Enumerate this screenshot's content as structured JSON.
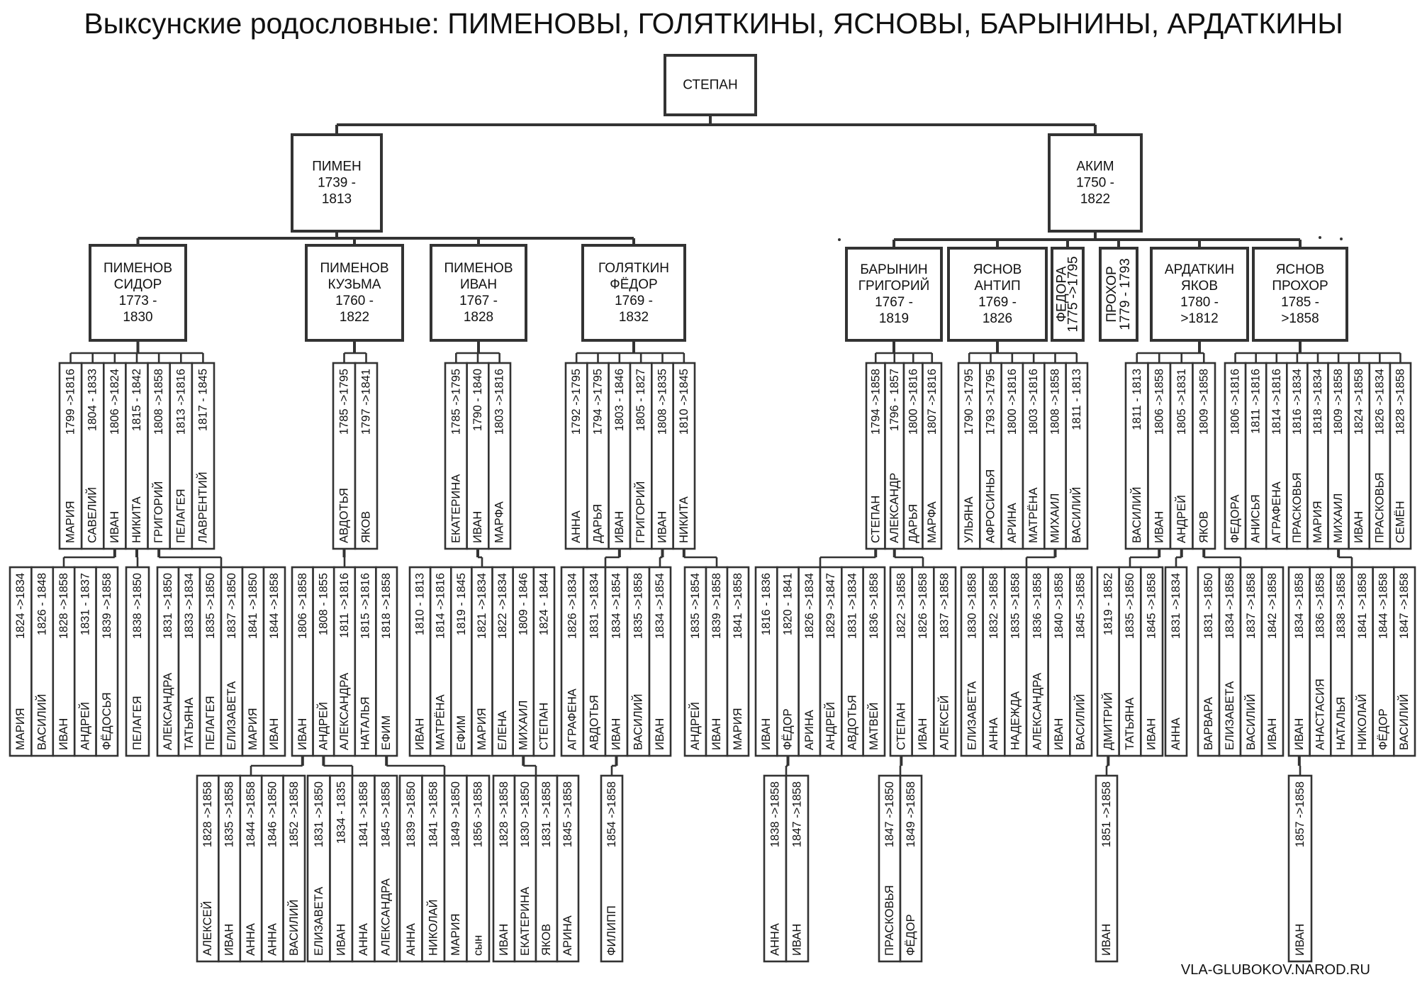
{
  "title": "Выксунские родословные: ПИМЕНОВЫ, ГОЛЯТКИНЫ, ЯСНОВЫ, БАРЫНИНЫ, АРДАТКИНЫ",
  "credit": "VLA-GLUBOKOV.NAROD.RU",
  "boxes": [
    {
      "id": "stepan",
      "lines": [
        "СТЕПАН"
      ]
    },
    {
      "id": "pimen",
      "lines": [
        "ПИМЕН",
        "1739 -",
        "1813"
      ]
    },
    {
      "id": "akim",
      "lines": [
        "АКИМ",
        "1750 -",
        "1822"
      ]
    },
    {
      "id": "sidor",
      "lines": [
        "ПИМЕНОВ",
        "СИДОР",
        "1773 -",
        "1830"
      ]
    },
    {
      "id": "kuzma",
      "lines": [
        "ПИМЕНОВ",
        "КУЗЬМА",
        "1760 -",
        "1822"
      ]
    },
    {
      "id": "ivan",
      "lines": [
        "ПИМЕНОВ",
        "ИВАН",
        "1767 -",
        "1828"
      ]
    },
    {
      "id": "fedor",
      "lines": [
        "ГОЛЯТКИН",
        "ФЁДОР",
        "1769 -",
        "1832"
      ]
    },
    {
      "id": "grigoriy",
      "lines": [
        "БАРЫНИН",
        "ГРИГОРИЙ",
        "1767 -",
        "1819"
      ]
    },
    {
      "id": "antip",
      "lines": [
        "ЯСНОВ",
        "АНТИП",
        "1769 -",
        "1826"
      ]
    },
    {
      "id": "fedora",
      "vlabel": "ФЕДОРА",
      "vdates": "1775 ->1795"
    },
    {
      "id": "prohor1",
      "vlabel": "ПРОХОР",
      "vdates": "1779 - 1793"
    },
    {
      "id": "yakov",
      "lines": [
        "АРДАТКИН",
        "ЯКОВ",
        "1780 -",
        ">1812"
      ]
    },
    {
      "id": "prohor",
      "lines": [
        "ЯСНОВ",
        "ПРОХОР",
        "1785 -",
        ">1858"
      ]
    }
  ],
  "groups": [
    {
      "id": "g1",
      "people": [
        [
          "МАРИЯ",
          "1799 ->1816"
        ],
        [
          "САВЕЛИЙ",
          "1804 - 1833"
        ],
        [
          "ИВАН",
          "1806 ->1824"
        ],
        [
          "НИКИТА",
          "1815 - 1842"
        ],
        [
          "ГРИГОРИЙ",
          "1808 ->1858"
        ],
        [
          "ПЕЛАГЕЯ",
          "1813 ->1816"
        ],
        [
          "ЛАВРЕНТИЙ",
          "1817 - 1845"
        ]
      ]
    },
    {
      "id": "g2",
      "people": [
        [
          "АВДОТЬЯ",
          "1785 ->1795"
        ],
        [
          "ЯКОВ",
          "1797 ->1841"
        ]
      ]
    },
    {
      "id": "g3",
      "people": [
        [
          "ЕКАТЕРИНА",
          "1785 ->1795"
        ],
        [
          "ИВАН",
          "1790 - 1840"
        ],
        [
          "МАРФА",
          "1803 ->1816"
        ]
      ]
    },
    {
      "id": "g4",
      "people": [
        [
          "АННА",
          "1792 ->1795"
        ],
        [
          "ДАРЬЯ",
          "1794 ->1795"
        ],
        [
          "ИВАН",
          "1803 - 1846"
        ],
        [
          "ГРИГОРИЙ",
          "1805 - 1827"
        ],
        [
          "ИВАН",
          "1808 ->1835"
        ],
        [
          "НИКИТА",
          "1810 ->1845"
        ]
      ]
    },
    {
      "id": "g5",
      "people": [
        [
          "СТЕПАН",
          "1794 ->1858"
        ],
        [
          "АЛЕКСАНДР",
          "1796 - 1857"
        ],
        [
          "ДАРЬЯ",
          "1800 ->1816"
        ],
        [
          "МАРФА",
          "1807 ->1816"
        ]
      ]
    },
    {
      "id": "g6",
      "people": [
        [
          "УЛЬЯНА",
          "1790 ->1795"
        ],
        [
          "АФРОСИНЬЯ",
          "1793 ->1795"
        ],
        [
          "АРИНА",
          "1800 ->1816"
        ],
        [
          "МАТРЁНА",
          "1803 ->1816"
        ],
        [
          "МИХАИЛ",
          "1808 ->1858"
        ],
        [
          "ВАСИЛИЙ",
          "1811 - 1813"
        ]
      ]
    },
    {
      "id": "g7",
      "people": [
        [
          "ВАСИЛИЙ",
          "1811 - 1813"
        ],
        [
          "ИВАН",
          "1806 ->1858"
        ],
        [
          "АНДРЕЙ",
          "1805 ->1831"
        ],
        [
          "ЯКОВ",
          "1809 ->1858"
        ]
      ]
    },
    {
      "id": "g8",
      "people": [
        [
          "ФЕДОРА",
          "1806 ->1816"
        ],
        [
          "АНИСЬЯ",
          "1811 ->1816"
        ],
        [
          "АГРАФЕНА",
          "1814 ->1816"
        ],
        [
          "ПРАСКОВЬЯ",
          "1816 ->1834"
        ],
        [
          "МАРИЯ",
          "1818 ->1834"
        ],
        [
          "МИХАИЛ",
          "1809 ->1858"
        ],
        [
          "ИВАН",
          "1824 ->1858"
        ],
        [
          "ПРАСКОВЬЯ",
          "1826 ->1834"
        ],
        [
          "СЕМЁН",
          "1828 ->1858"
        ]
      ]
    },
    {
      "id": "g9",
      "people": [
        [
          "МАРИЯ",
          "1824 ->1834"
        ],
        [
          "ВАСИЛИЙ",
          "1826 - 1848"
        ],
        [
          "ИВАН",
          "1828 ->1858"
        ],
        [
          "АНДРЕЙ",
          "1831 - 1837"
        ],
        [
          "ФЁДОСЬЯ",
          "1839 ->1858"
        ]
      ]
    },
    {
      "id": "g10",
      "people": [
        [
          "ПЕЛАГЕЯ",
          "1838 ->1850"
        ]
      ]
    },
    {
      "id": "g11",
      "people": [
        [
          "АЛЕКСАНДРА",
          "1831 ->1850"
        ],
        [
          "ТАТЬЯНА",
          "1833 ->1834"
        ],
        [
          "ПЕЛАГЕЯ",
          "1835 ->1850"
        ],
        [
          "ЕЛИЗАВЕТА",
          "1837 ->1850"
        ],
        [
          "МАРИЯ",
          "1841 ->1850"
        ],
        [
          "ИВАН",
          "1844 ->1858"
        ]
      ]
    },
    {
      "id": "g12",
      "people": [
        [
          "ИВАН",
          "1806 ->1858"
        ],
        [
          "АНДРЕЙ",
          "1808 - 1855"
        ],
        [
          "АЛЕКСАНДРА",
          "1811 ->1816"
        ],
        [
          "НАТАЛЬЯ",
          "1815 ->1816"
        ],
        [
          "ЕФИМ",
          "1818 ->1858"
        ]
      ]
    },
    {
      "id": "g13",
      "people": [
        [
          "ИВАН",
          "1810 - 1813"
        ],
        [
          "МАТРЁНА",
          "1814 ->1816"
        ],
        [
          "ЕФИМ",
          "1819 - 1845"
        ],
        [
          "МАРИЯ",
          "1821 ->1834"
        ],
        [
          "ЕЛЕНА",
          "1822 ->1834"
        ],
        [
          "МИХАИЛ",
          "1809 - 1846"
        ],
        [
          "СТЕПАН",
          "1824 - 1844"
        ]
      ]
    },
    {
      "id": "g14",
      "people": [
        [
          "АГРАФЕНА",
          "1826 ->1834"
        ],
        [
          "АВДОТЬЯ",
          "1831 ->1834"
        ],
        [
          "ИВАН",
          "1834 ->1854"
        ],
        [
          "ВАСИЛИЙ",
          "1835 ->1858"
        ]
      ]
    },
    {
      "id": "g15",
      "people": [
        [
          "ИВАН",
          "1834 ->1854"
        ]
      ]
    },
    {
      "id": "g16",
      "people": [
        [
          "АНДРЕЙ",
          "1835 ->1854"
        ],
        [
          "ИВАН",
          "1839 ->1858"
        ],
        [
          "МАРИЯ",
          "1841 ->1858"
        ]
      ]
    },
    {
      "id": "g17",
      "people": [
        [
          "ИВАН",
          "1816 - 1836"
        ],
        [
          "ФЁДОР",
          "1820 - 1841"
        ],
        [
          "АРИНА",
          "1826 ->1834"
        ],
        [
          "АНДРЕЙ",
          "1829 ->1847"
        ],
        [
          "АВДОТЬЯ",
          "1831 ->1834"
        ],
        [
          "МАТВЕЙ",
          "1836 ->1858"
        ]
      ]
    },
    {
      "id": "g18",
      "people": [
        [
          "СТЕПАН",
          "1822 ->1858"
        ],
        [
          "ИВАН",
          "1826 ->1858"
        ],
        [
          "АЛЕКСЕЙ",
          "1837 ->1858"
        ]
      ]
    },
    {
      "id": "g19",
      "people": [
        [
          "ЕЛИЗАВЕТА",
          "1830 ->1858"
        ],
        [
          "АННА",
          "1832 ->1858"
        ],
        [
          "НАДЕЖДА",
          "1835 ->1858"
        ],
        [
          "АЛЕКСАНДРА",
          "1836 ->1858"
        ],
        [
          "ИВАН",
          "1840 ->1858"
        ],
        [
          "ВАСИЛИЙ",
          "1845 ->1858"
        ]
      ]
    },
    {
      "id": "g20",
      "people": [
        [
          "ДМИТРИЙ",
          "1819 - 1852"
        ],
        [
          "ТАТЬЯНА",
          "1835 ->1850"
        ],
        [
          "ИВАН",
          "1845 ->1858"
        ]
      ]
    },
    {
      "id": "g21",
      "people": [
        [
          "АННА",
          "1831 ->1834"
        ]
      ]
    },
    {
      "id": "g22",
      "people": [
        [
          "ВАРВАРА",
          "1831 ->1850"
        ],
        [
          "ЕЛИЗАВЕТА",
          "1834 ->1858"
        ],
        [
          "ВАСИЛИЙ",
          "1837 ->1858"
        ],
        [
          "ИВАН",
          "1842 ->1858"
        ]
      ]
    },
    {
      "id": "g23",
      "people": [
        [
          "ИВАН",
          "1834 ->1858"
        ],
        [
          "АНАСТАСИЯ",
          "1836 ->1858"
        ],
        [
          "НАТАЛЬЯ",
          "1838 ->1858"
        ],
        [
          "НИКОЛАЙ",
          "1841 ->1858"
        ],
        [
          "ФЁДОР",
          "1844 ->1858"
        ],
        [
          "ВАСИЛИЙ",
          "1847 ->1858"
        ]
      ]
    },
    {
      "id": "g24",
      "people": [
        [
          "АЛЕКСЕЙ",
          "1828 ->1858"
        ],
        [
          "ИВАН",
          "1835 ->1858"
        ],
        [
          "АННА",
          "1844 ->1858"
        ],
        [
          "АННА",
          "1846 ->1850"
        ],
        [
          "ВАСИЛИЙ",
          "1852 ->1858"
        ]
      ]
    },
    {
      "id": "g25",
      "people": [
        [
          "ЕЛИЗАВЕТА",
          "1831 ->1850"
        ],
        [
          "ИВАН",
          "1834 - 1835"
        ],
        [
          "АННА",
          "1841 ->1858"
        ],
        [
          "АЛЕКСАНДРА",
          "1845 ->1858"
        ]
      ]
    },
    {
      "id": "g26",
      "people": [
        [
          "АННА",
          "1839 ->1850"
        ],
        [
          "НИКОЛАЙ",
          "1841 ->1858"
        ],
        [
          "МАРИЯ",
          "1849 ->1850"
        ],
        [
          "сын",
          "1856 ->1858"
        ]
      ]
    },
    {
      "id": "g27",
      "people": [
        [
          "ИВАН",
          "1828 ->1858"
        ],
        [
          "ЕКАТЕРИНА",
          "1830 ->1850"
        ],
        [
          "ЯКОВ",
          "1831 ->1858"
        ],
        [
          "АРИНА",
          "1845 ->1858"
        ]
      ]
    },
    {
      "id": "g28",
      "people": [
        [
          "ФИЛИПП",
          "1854 ->1858"
        ]
      ]
    },
    {
      "id": "g29",
      "people": [
        [
          "АННА",
          "1838 ->1858"
        ],
        [
          "ИВАН",
          "1847 ->1858"
        ]
      ]
    },
    {
      "id": "g30",
      "people": [
        [
          "ПРАСКОВЬЯ",
          "1847 ->1850"
        ],
        [
          "ФЁДОР",
          "1849 ->1858"
        ]
      ]
    },
    {
      "id": "g31",
      "people": [
        [
          "ИВАН",
          "1851 ->1858"
        ]
      ]
    },
    {
      "id": "g32",
      "people": [
        [
          "ИВАН",
          "1857 ->1858"
        ]
      ]
    }
  ]
}
